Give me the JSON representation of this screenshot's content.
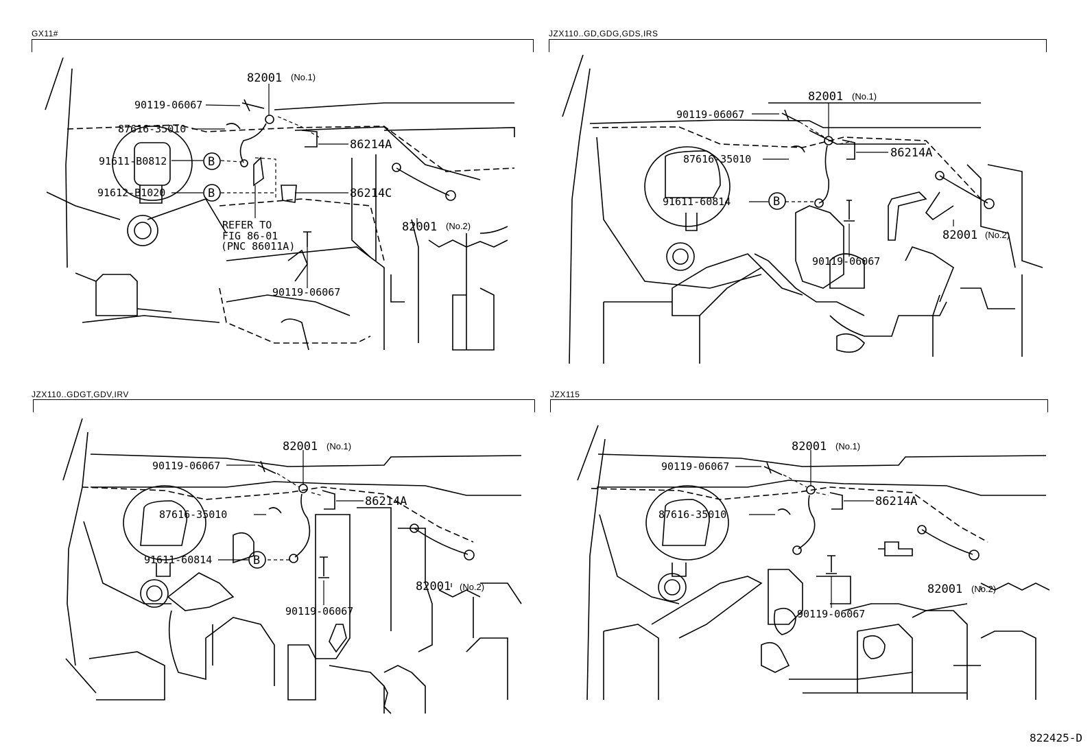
{
  "quadrants": [
    {
      "title": "GX11#",
      "labels": {
        "p82001_1": "82001",
        "p82001_1_no": "(No.1)",
        "p90119_a": "90119-06067",
        "p87616": "87616-35010",
        "p86214a": "86214A",
        "p91611": "91611-B0812",
        "p91612": "91612-B1020",
        "p86214c": "86214C",
        "refer1": "REFER TO",
        "refer2": "FIG 86-01",
        "refer3": "(PNC 86011A)",
        "p82001_2": "82001",
        "p82001_2_no": "(No.2)",
        "p90119_b": "90119-06067",
        "callout_b1": "B",
        "callout_b2": "B"
      }
    },
    {
      "title": "JZX110..GD,GDG,GDS,IRS",
      "labels": {
        "p82001_1": "82001",
        "p82001_1_no": "(No.1)",
        "p90119_a": "90119-06067",
        "p86214a": "86214A",
        "p87616": "87616-35010",
        "p91611": "91611-60814",
        "p82001_2": "82001",
        "p82001_2_no": "(No.2)",
        "p90119_b": "90119-06067",
        "callout_b": "B"
      }
    },
    {
      "title": "JZX110..GDGT,GDV,IRV",
      "labels": {
        "p82001_1": "82001",
        "p82001_1_no": "(No.1)",
        "p90119_a": "90119-06067",
        "p86214a": "86214A",
        "p87616": "87616-35010",
        "p91611": "91611-60814",
        "p82001_2": "82001",
        "p82001_2_no": "(No.2)",
        "p90119_b": "90119-06067",
        "callout_b": "B"
      }
    },
    {
      "title": "JZX115",
      "labels": {
        "p82001_1": "82001",
        "p82001_1_no": "(No.1)",
        "p90119_a": "90119-06067",
        "p86214a": "86214A",
        "p87616": "87616-35010",
        "p82001_2": "82001",
        "p82001_2_no": "(No.2)",
        "p90119_b": "90119-06067"
      }
    }
  ],
  "doc_id": "822425-D"
}
